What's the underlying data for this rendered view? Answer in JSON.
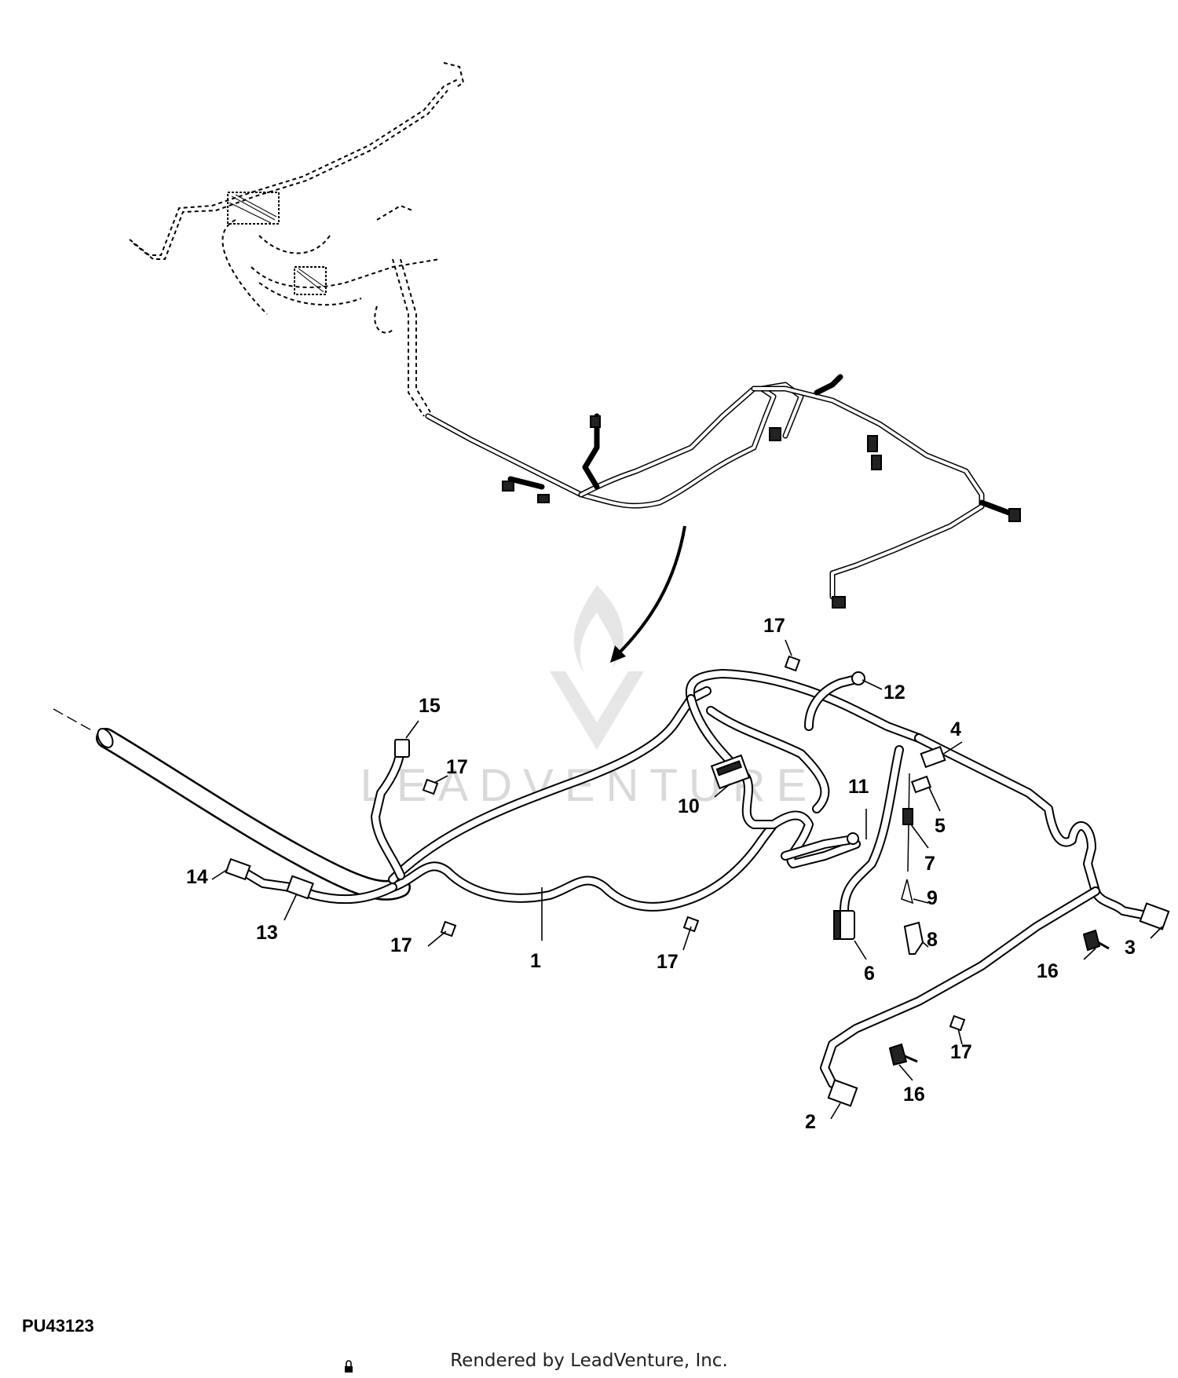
{
  "figure": {
    "id": "PU43123",
    "credit": "Rendered by LeadVenture, Inc.",
    "watermark": "LEADVENTURE",
    "watermark_color": "#d9d9d9"
  },
  "callouts": [
    "1",
    "2",
    "3",
    "4",
    "5",
    "6",
    "7",
    "8",
    "9",
    "10",
    "11",
    "12",
    "13",
    "14",
    "15",
    "16",
    "16",
    "17",
    "17",
    "17",
    "17",
    "17"
  ]
}
